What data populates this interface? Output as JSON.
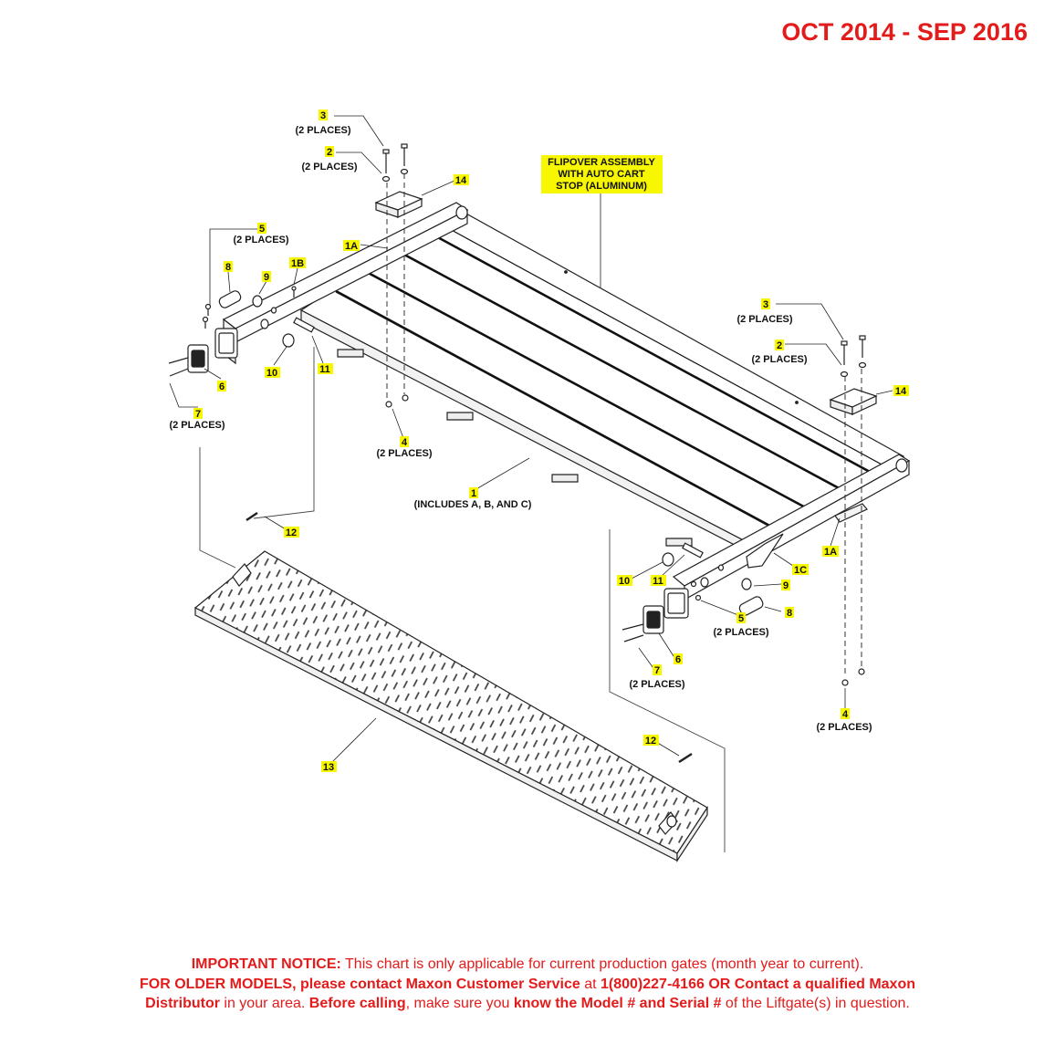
{
  "header": {
    "date_range": "OCT 2014 - SEP 2016"
  },
  "callouts": {
    "assembly_title": [
      "FLIPOVER ASSEMBLY",
      "WITH AUTO CART",
      "STOP (ALUMINUM)"
    ],
    "n1": "1",
    "n1A": "1A",
    "n1B": "1B",
    "n1C": "1C",
    "n2": "2",
    "n3": "3",
    "n4": "4",
    "n5": "5",
    "n6": "6",
    "n7": "7",
    "n8": "8",
    "n9": "9",
    "n10": "10",
    "n11": "11",
    "n12": "12",
    "n13": "13",
    "n14": "14",
    "two_places": "(2 PLACES)",
    "includes": "(INCLUDES A, B, AND C)"
  },
  "notice": {
    "line1_bold": "IMPORTANT NOTICE:",
    "line1_rest": " This chart is only applicable for current production gates (month year to current).",
    "line2_bold1": "FOR OLDER MODELS, please contact Maxon Customer Service",
    "line2_mid": " at ",
    "line2_bold2": "1(800)227-4166 OR Contact a qualified Maxon",
    "line3_bold1": "Distributor",
    "line3_mid1": " in your area. ",
    "line3_bold2": "Before calling",
    "line3_mid2": ", make sure you ",
    "line3_bold3": "know the Model # and Serial #",
    "line3_rest": " of the Liftgate(s) in question."
  },
  "colors": {
    "notice_red": "#e31b1b",
    "callout_yellow": "#f7f700",
    "line": "#222222"
  }
}
